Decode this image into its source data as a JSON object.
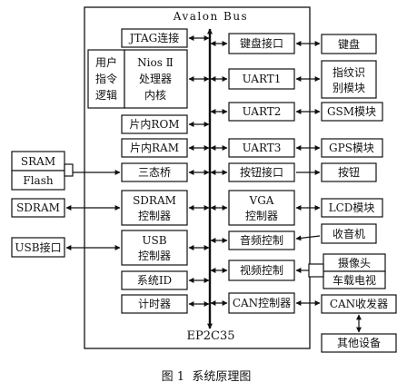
{
  "chip": {
    "bus_label": "Avalon Bus",
    "name": "EP2C35"
  },
  "inner": {
    "jtag": "JTAG连接",
    "nios_left": [
      "用户",
      "指令",
      "逻辑"
    ],
    "nios_core": [
      "Nios Ⅱ",
      "处理器",
      "内核"
    ],
    "onchip_rom": "片内ROM",
    "onchip_ram": "片内RAM",
    "tristate": "三态桥",
    "sdram_ctrl": [
      "SDRAM",
      "控制器"
    ],
    "usb_ctrl": [
      "USB",
      "控制器"
    ],
    "sysid": "系统ID",
    "timer": "计时器",
    "keyboard_if": "键盘接口",
    "uart1": "UART1",
    "uart2": "UART2",
    "uart3": "UART3",
    "button_if": "按钮接口",
    "vga_ctrl": [
      "VGA",
      "控制器"
    ],
    "audio_ctrl": "音频控制",
    "video_ctrl": "视频控制",
    "can_ctrl": "CAN控制器"
  },
  "external": {
    "sram": "SRAM",
    "flash": "Flash",
    "sdram": "SDRAM",
    "usb_port": "USB接口",
    "keyboard": "键盘",
    "fingerprint": [
      "指纹识",
      "别模块"
    ],
    "gsm": "GSM模块",
    "gps": "GPS模块",
    "button": "按钮",
    "lcd": "LCD模块",
    "radio": "收音机",
    "camera": "摄像头",
    "car_tv": "车载电视",
    "can_transceiver": "CAN收发器",
    "other_devices": "其他设备"
  },
  "caption": "图 1  系统原理图"
}
